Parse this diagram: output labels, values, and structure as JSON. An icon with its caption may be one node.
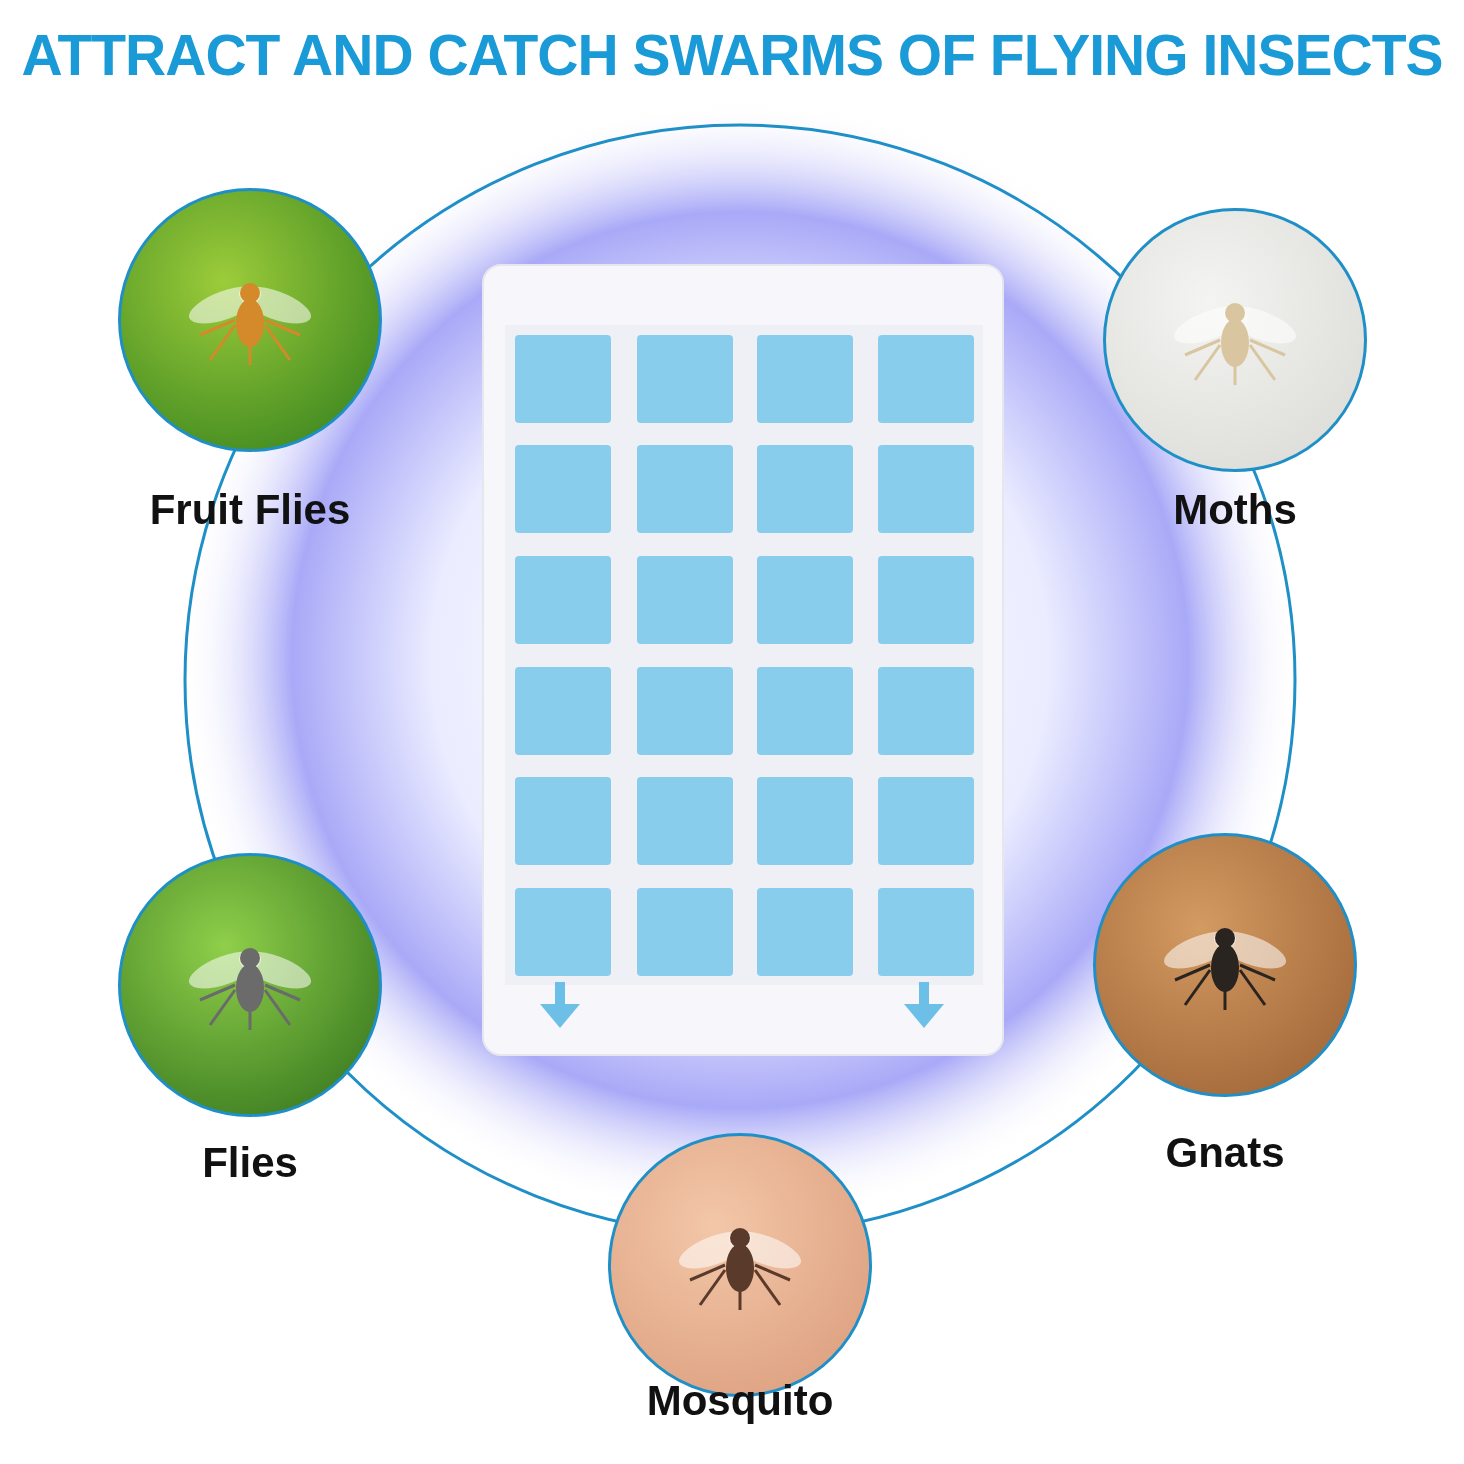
{
  "diagram": {
    "title": "ATTRACT AND CATCH SWARMS OF FLYING INSECTS",
    "nodes": [
      {
        "text": [
          "Fruit Flies"
        ]
      },
      {
        "text": [
          "Moths"
        ]
      },
      {
        "text": [
          "Flies"
        ]
      },
      {
        "text": [
          "Gnats"
        ]
      },
      {
        "text": [
          "Mosquito"
        ]
      }
    ]
  }
}
